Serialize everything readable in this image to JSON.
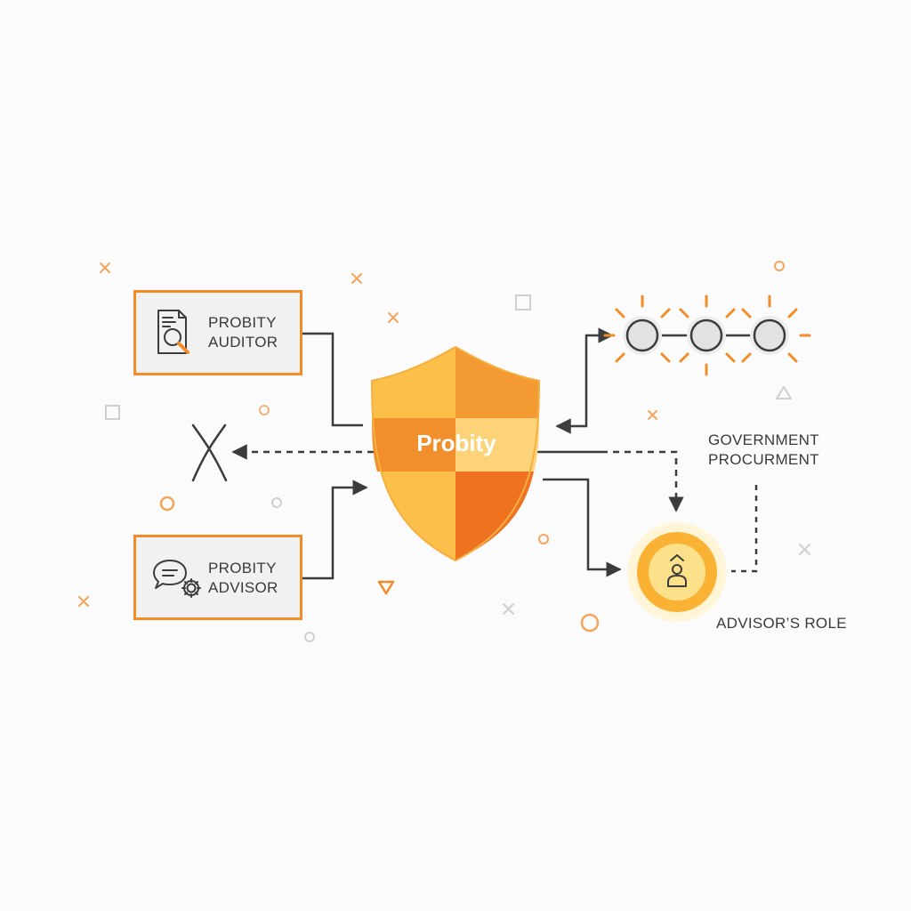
{
  "shield": {
    "label": "Probity"
  },
  "auditor": {
    "line1": "PROBITY",
    "line2": "AUDITOR"
  },
  "advisor": {
    "line1": "PROBITY",
    "line2": "ADVISOR"
  },
  "procurement": {
    "line1": "GOVERNMENT",
    "line2": "PROCURMENT"
  },
  "advisor_role": {
    "label": "ADVISOR’S ROLE"
  },
  "colors": {
    "accent": "#f28c28",
    "shield_light": "#fbbf4a",
    "shield_dark": "#f07b22",
    "line": "#3c3c3c",
    "node_fill": "#e4e4e4",
    "role_circle": "#f9b233"
  },
  "icons": [
    "document-search-icon",
    "chat-gear-icon",
    "cross-icon",
    "person-icon",
    "node-chain-icon",
    "shield-icon"
  ]
}
